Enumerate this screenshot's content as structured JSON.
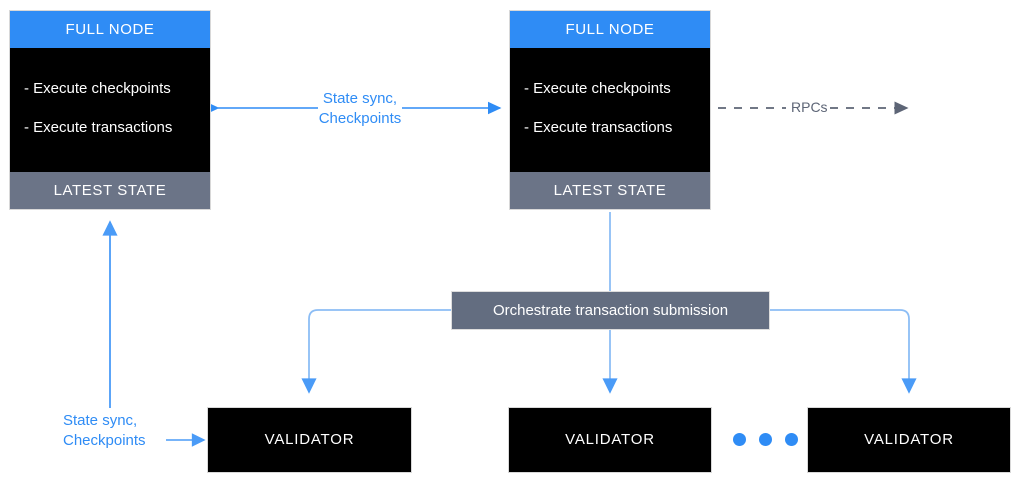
{
  "diagram": {
    "title": "Sui full node / validator network topology",
    "colors": {
      "accent_blue": "#2f8cf5",
      "wire_blue": "#8cbdf5",
      "node_black": "#000000",
      "state_grey": "#6b7487",
      "orchestrate_grey": "#636d80",
      "dash_grey": "#5d6576",
      "background": "#ffffff"
    }
  },
  "full_nodes": [
    {
      "id": "full-node-left",
      "header": "FULL NODE",
      "bullets": [
        "- Execute checkpoints",
        "- Execute transactions"
      ],
      "footer": "LATEST STATE"
    },
    {
      "id": "full-node-right",
      "header": "FULL NODE",
      "bullets": [
        "- Execute checkpoints",
        "- Execute transactions"
      ],
      "footer": "LATEST STATE"
    }
  ],
  "orchestrate": {
    "label": "Orchestrate transaction submission"
  },
  "validators": [
    {
      "id": "validator-left",
      "label": "VALIDATOR"
    },
    {
      "id": "validator-middle",
      "label": "VALIDATOR"
    },
    {
      "id": "validator-right",
      "label": "VALIDATOR"
    }
  ],
  "ellipsis": {
    "name": "more-validators-ellipsis",
    "count": 3
  },
  "connections": [
    {
      "id": "state-sync-between-nodes",
      "label_line1": "State sync,",
      "label_line2": "Checkpoints",
      "style": "solid",
      "direction": "bidirectional",
      "color": "#2f8cf5"
    },
    {
      "id": "rpcs-out",
      "label": "RPCs",
      "style": "dashed",
      "direction": "right",
      "color": "#5d6576"
    },
    {
      "id": "state-sync-validator-to-fullnode",
      "label_line1": "State sync,",
      "label_line2": "Checkpoints",
      "style": "solid",
      "direction": "right",
      "color": "#2f8cf5"
    }
  ]
}
